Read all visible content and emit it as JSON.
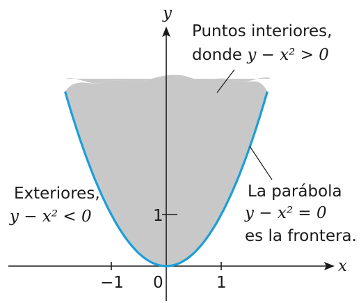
{
  "axes": {
    "x_label": "x",
    "y_label": "y",
    "x_ticks": [
      {
        "value": -1,
        "label": "−1"
      },
      {
        "value": 0,
        "label": "0"
      },
      {
        "value": 1,
        "label": "1"
      }
    ],
    "y_ticks": [
      {
        "value": 1,
        "label": "1"
      }
    ]
  },
  "labels": {
    "interior_line1": "Puntos interiores,",
    "interior_line2_text": "donde ",
    "interior_line2_math": "y − x² > 0",
    "exterior_line1": "Exteriores,",
    "exterior_line2_math": "y − x² < 0",
    "boundary_line1": "La parábola",
    "boundary_line2_math": "y − x² = 0",
    "boundary_line3": "es la frontera."
  },
  "colors": {
    "parabola": "#1a9ed9",
    "region_fill": "#c8c8c8",
    "axis": "#1a1a1a"
  }
}
